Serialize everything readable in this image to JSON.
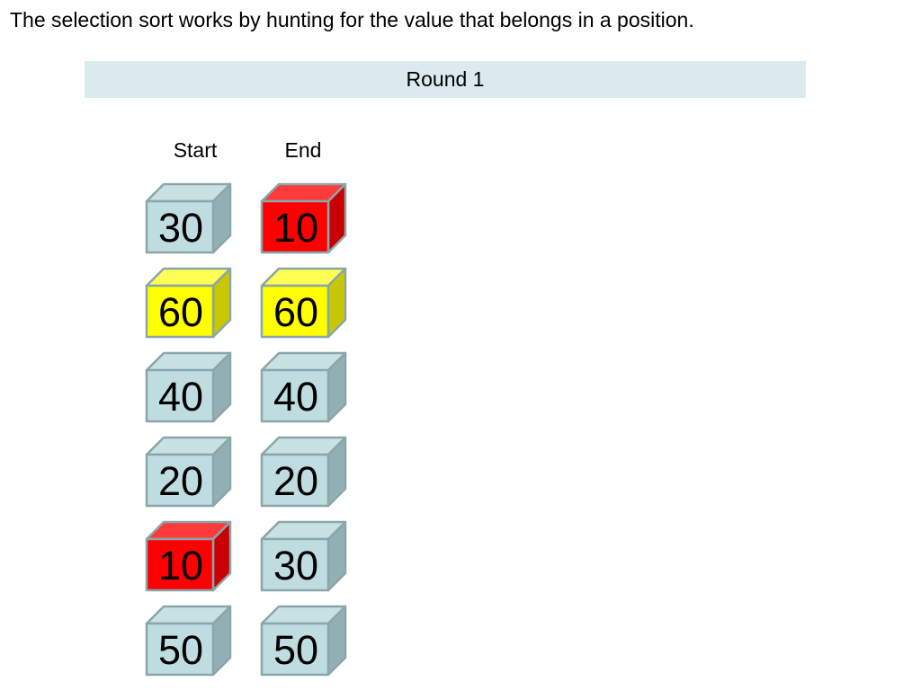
{
  "caption": "The selection sort works by hunting for the value that belongs in a position.",
  "round_label": "Round 1",
  "columns": [
    {
      "header": "Start",
      "cubes": [
        {
          "value": "30",
          "color": "blue"
        },
        {
          "value": "60",
          "color": "yellow"
        },
        {
          "value": "40",
          "color": "blue"
        },
        {
          "value": "20",
          "color": "blue"
        },
        {
          "value": "10",
          "color": "red"
        },
        {
          "value": "50",
          "color": "blue"
        }
      ]
    },
    {
      "header": "End",
      "cubes": [
        {
          "value": "10",
          "color": "red"
        },
        {
          "value": "60",
          "color": "yellow"
        },
        {
          "value": "40",
          "color": "blue"
        },
        {
          "value": "20",
          "color": "blue"
        },
        {
          "value": "30",
          "color": "blue"
        },
        {
          "value": "50",
          "color": "blue"
        }
      ]
    }
  ],
  "palette": {
    "blue": {
      "front": "#bfdde1",
      "top": "#c8e2e4",
      "side": "#92b0b4",
      "edge": "#8aa6aa"
    },
    "yellow": {
      "front": "#ffff00",
      "top": "#ffff55",
      "side": "#c8c800",
      "edge": "#8aa6aa"
    },
    "red": {
      "front": "#ff0000",
      "top": "#ff3a3a",
      "side": "#c80000",
      "edge": "#8aa6aa"
    }
  }
}
